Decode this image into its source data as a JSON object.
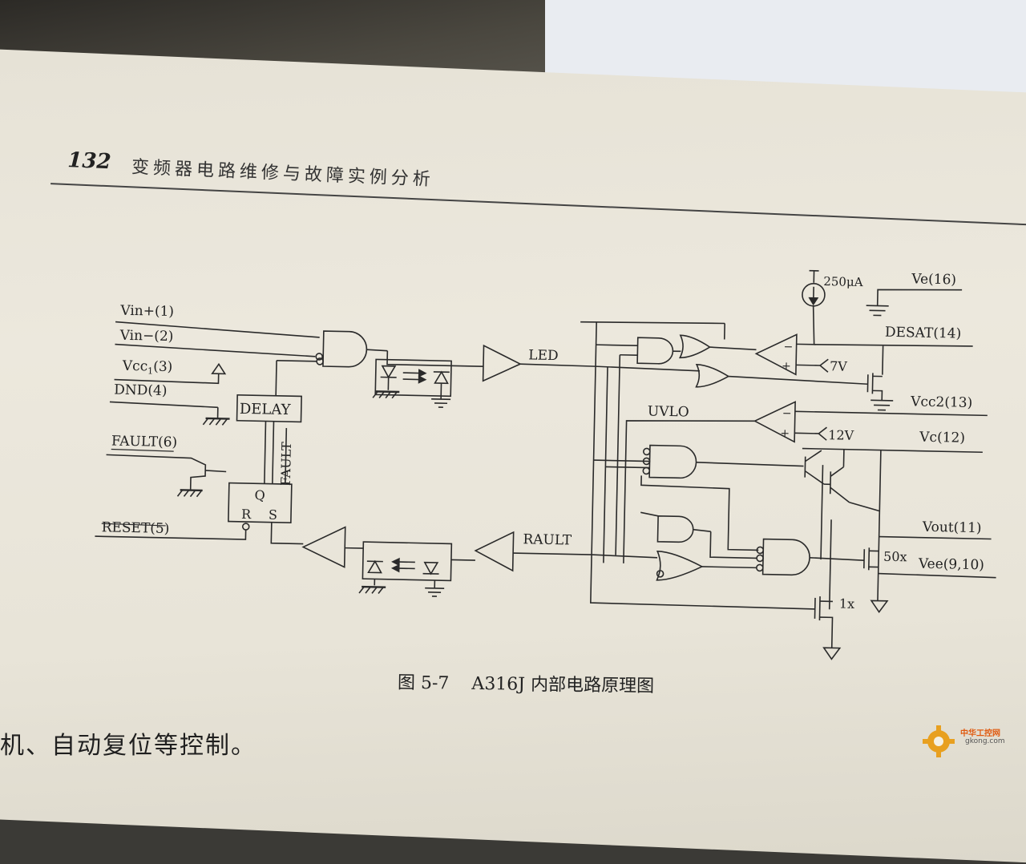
{
  "header": {
    "page_number": "132",
    "book_title": "变频器电路维修与故障实例分析"
  },
  "caption": {
    "figure_number": "图 5-7",
    "figure_title": "A316J 内部电路原理图"
  },
  "body_text": "机、自动复位等控制。",
  "watermark": {
    "brand": "中华工控网",
    "url": "gkong.com"
  },
  "circuit": {
    "pins": {
      "vin_plus": "Vin+(1)",
      "vin_minus": "Vin−(2)",
      "vcc1": "Vcc",
      "vcc1_sub": "1",
      "vcc1_pin": "(3)",
      "gnd": "DND(4)",
      "fault": "FAULT(6)",
      "reset": "RESET(5)",
      "ve": "Ve(16)",
      "desat": "DESAT(14)",
      "vcc2": "Vcc2(13)",
      "vc": "Vc(12)",
      "vout": "Vout(11)",
      "vee": "Vee(9,10)"
    },
    "labels": {
      "delay": "DELAY",
      "fault_internal": "FAULT",
      "q": "Q",
      "r": "R",
      "s": "S",
      "led": "LED",
      "rault": "RAULT",
      "uvlo": "UVLO",
      "current_source": "250μA",
      "ref_7v": "7V",
      "ref_12v": "12V",
      "fet_50x": "50x",
      "fet_1x": "1x",
      "plus": "+",
      "minus": "−"
    }
  }
}
